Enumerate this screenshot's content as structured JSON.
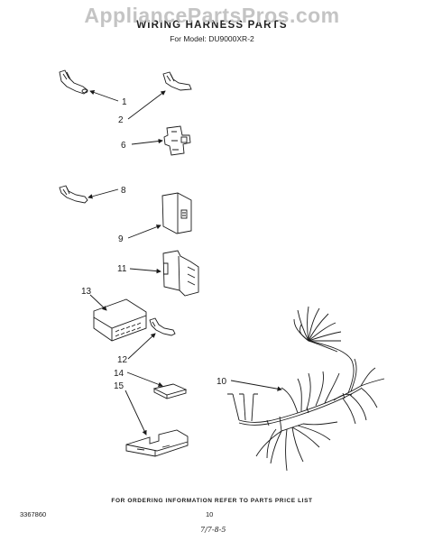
{
  "header": {
    "watermark": "AppliancePartsPros.com",
    "title": "WIRING HARNESS PARTS",
    "subtitle": "For Model: DU9000XR-2"
  },
  "callouts": {
    "c1": "1",
    "c2": "2",
    "c6": "6",
    "c8": "8",
    "c9": "9",
    "c10": "10",
    "c11": "11",
    "c12": "12",
    "c13": "13",
    "c14": "14",
    "c15": "15"
  },
  "footer": {
    "note": "FOR ORDERING INFORMATION REFER TO PARTS PRICE LIST",
    "doc_number": "3367860",
    "page_number": "10",
    "handwritten_date": "7/7-8-5"
  },
  "colors": {
    "ink": "#1a1a1a",
    "watermark": "#c4c4c4"
  }
}
